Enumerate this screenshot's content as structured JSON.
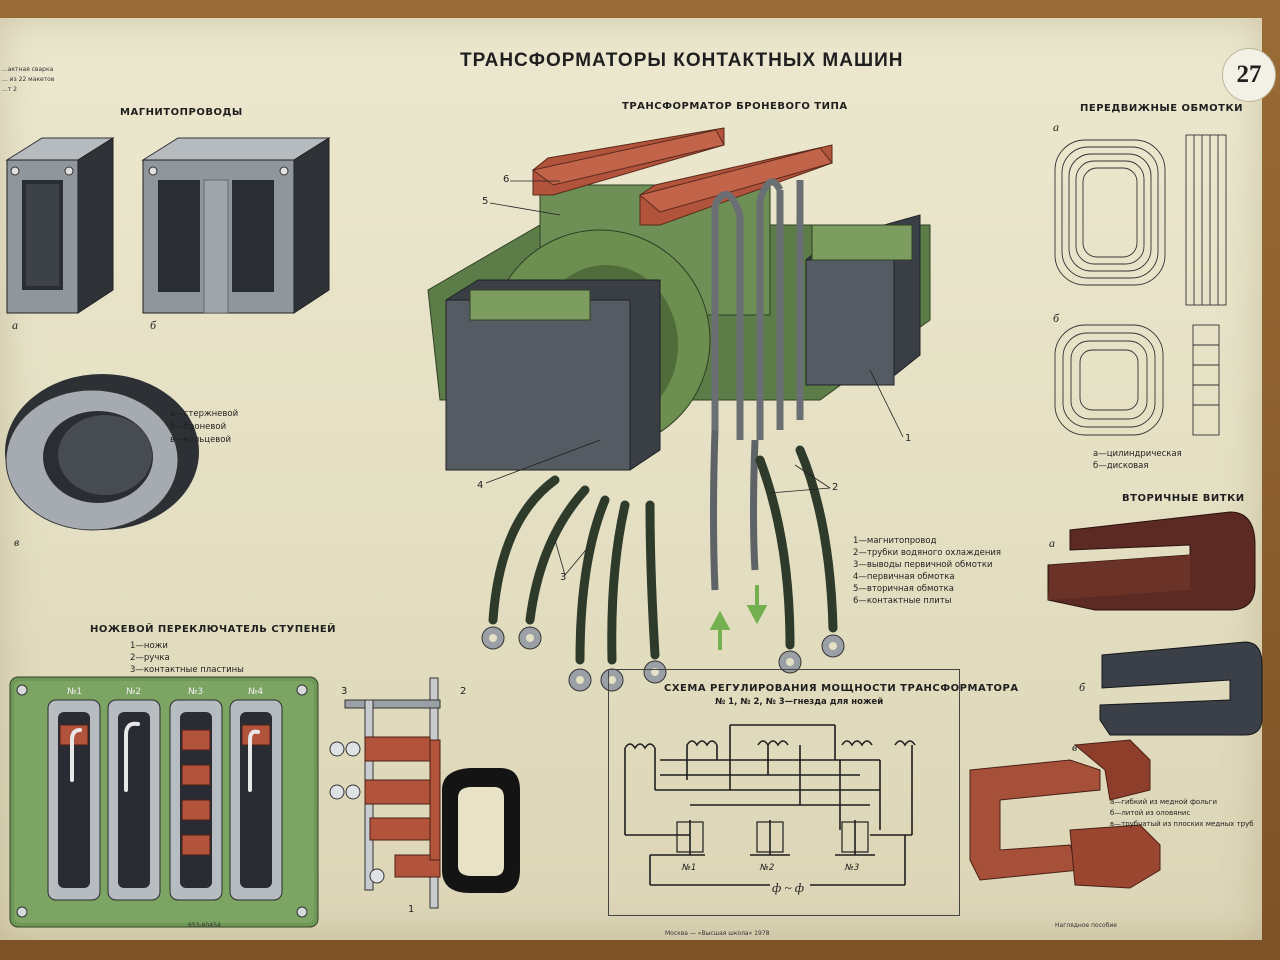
{
  "poster": {
    "title": "ТРАНСФОРМАТОРЫ КОНТАКТНЫХ МАШИН",
    "plate_number": "27",
    "corner_text": [
      "...актная сварка",
      "... из 22 макетов",
      "...т 2"
    ],
    "footer_center": "Москва — «Высшая школа» 1978",
    "footer_left": "653-60454",
    "footer_right": "Наглядное пособие"
  },
  "magnetic_cores": {
    "heading": "МАГНИТОПРОВОДЫ",
    "labels": [
      "а",
      "б",
      "в"
    ],
    "legend": [
      "а—стержневой",
      "б—броневой",
      "в—кольцевой"
    ]
  },
  "armored_transformer": {
    "heading": "ТРАНСФОРМАТОР БРОНЕВОГО ТИПА",
    "callouts": [
      "1",
      "2",
      "3",
      "4",
      "5",
      "6"
    ],
    "legend": [
      "1—магнитопровод",
      "2—трубки водяного охлаждения",
      "3—выводы первичной обмотки",
      "4—первичная обмотка",
      "5—вторичная обмотка",
      "6—контактные плиты"
    ]
  },
  "movable_windings": {
    "heading": "ПЕРЕДВИЖНЫЕ ОБМОТКИ",
    "labels": [
      "а",
      "б"
    ],
    "legend": [
      "а—цилиндрическая",
      "б—дисковая"
    ]
  },
  "secondary_turns": {
    "heading": "ВТОРИЧНЫЕ ВИТКИ",
    "labels": [
      "а",
      "б",
      "в"
    ],
    "legend": [
      "а—гибкий из медной фольги",
      "б—литой из оловянис",
      "в—трубчатый из плоских медных труб"
    ]
  },
  "knife_switch": {
    "heading": "НОЖЕВОЙ ПЕРЕКЛЮЧАТЕЛЬ СТУПЕНЕЙ",
    "legend": [
      "1—ножи",
      "2—ручка",
      "3—контактные пластины"
    ],
    "slot_labels": [
      "№1",
      "№2",
      "№3",
      "№4"
    ],
    "callouts": [
      "1",
      "2",
      "3"
    ]
  },
  "power_scheme": {
    "heading": "СХЕМА РЕГУЛИРОВАНИЯ МОЩНОСТИ ТРАНСФОРМАТОРА",
    "subheading": "№ 1, № 2, № 3—гнезда для ножей",
    "socket_labels": [
      "№1",
      "№2",
      "№3"
    ],
    "supply_label": "ф ~ ф"
  },
  "colors": {
    "paper": "#e8e3c6",
    "core_gray": "#8e9398",
    "transformer_green": "#6e8f55",
    "copper": "#b2533b",
    "dark_copper": "#5c2a22",
    "arrow_green": "#74b04f"
  }
}
